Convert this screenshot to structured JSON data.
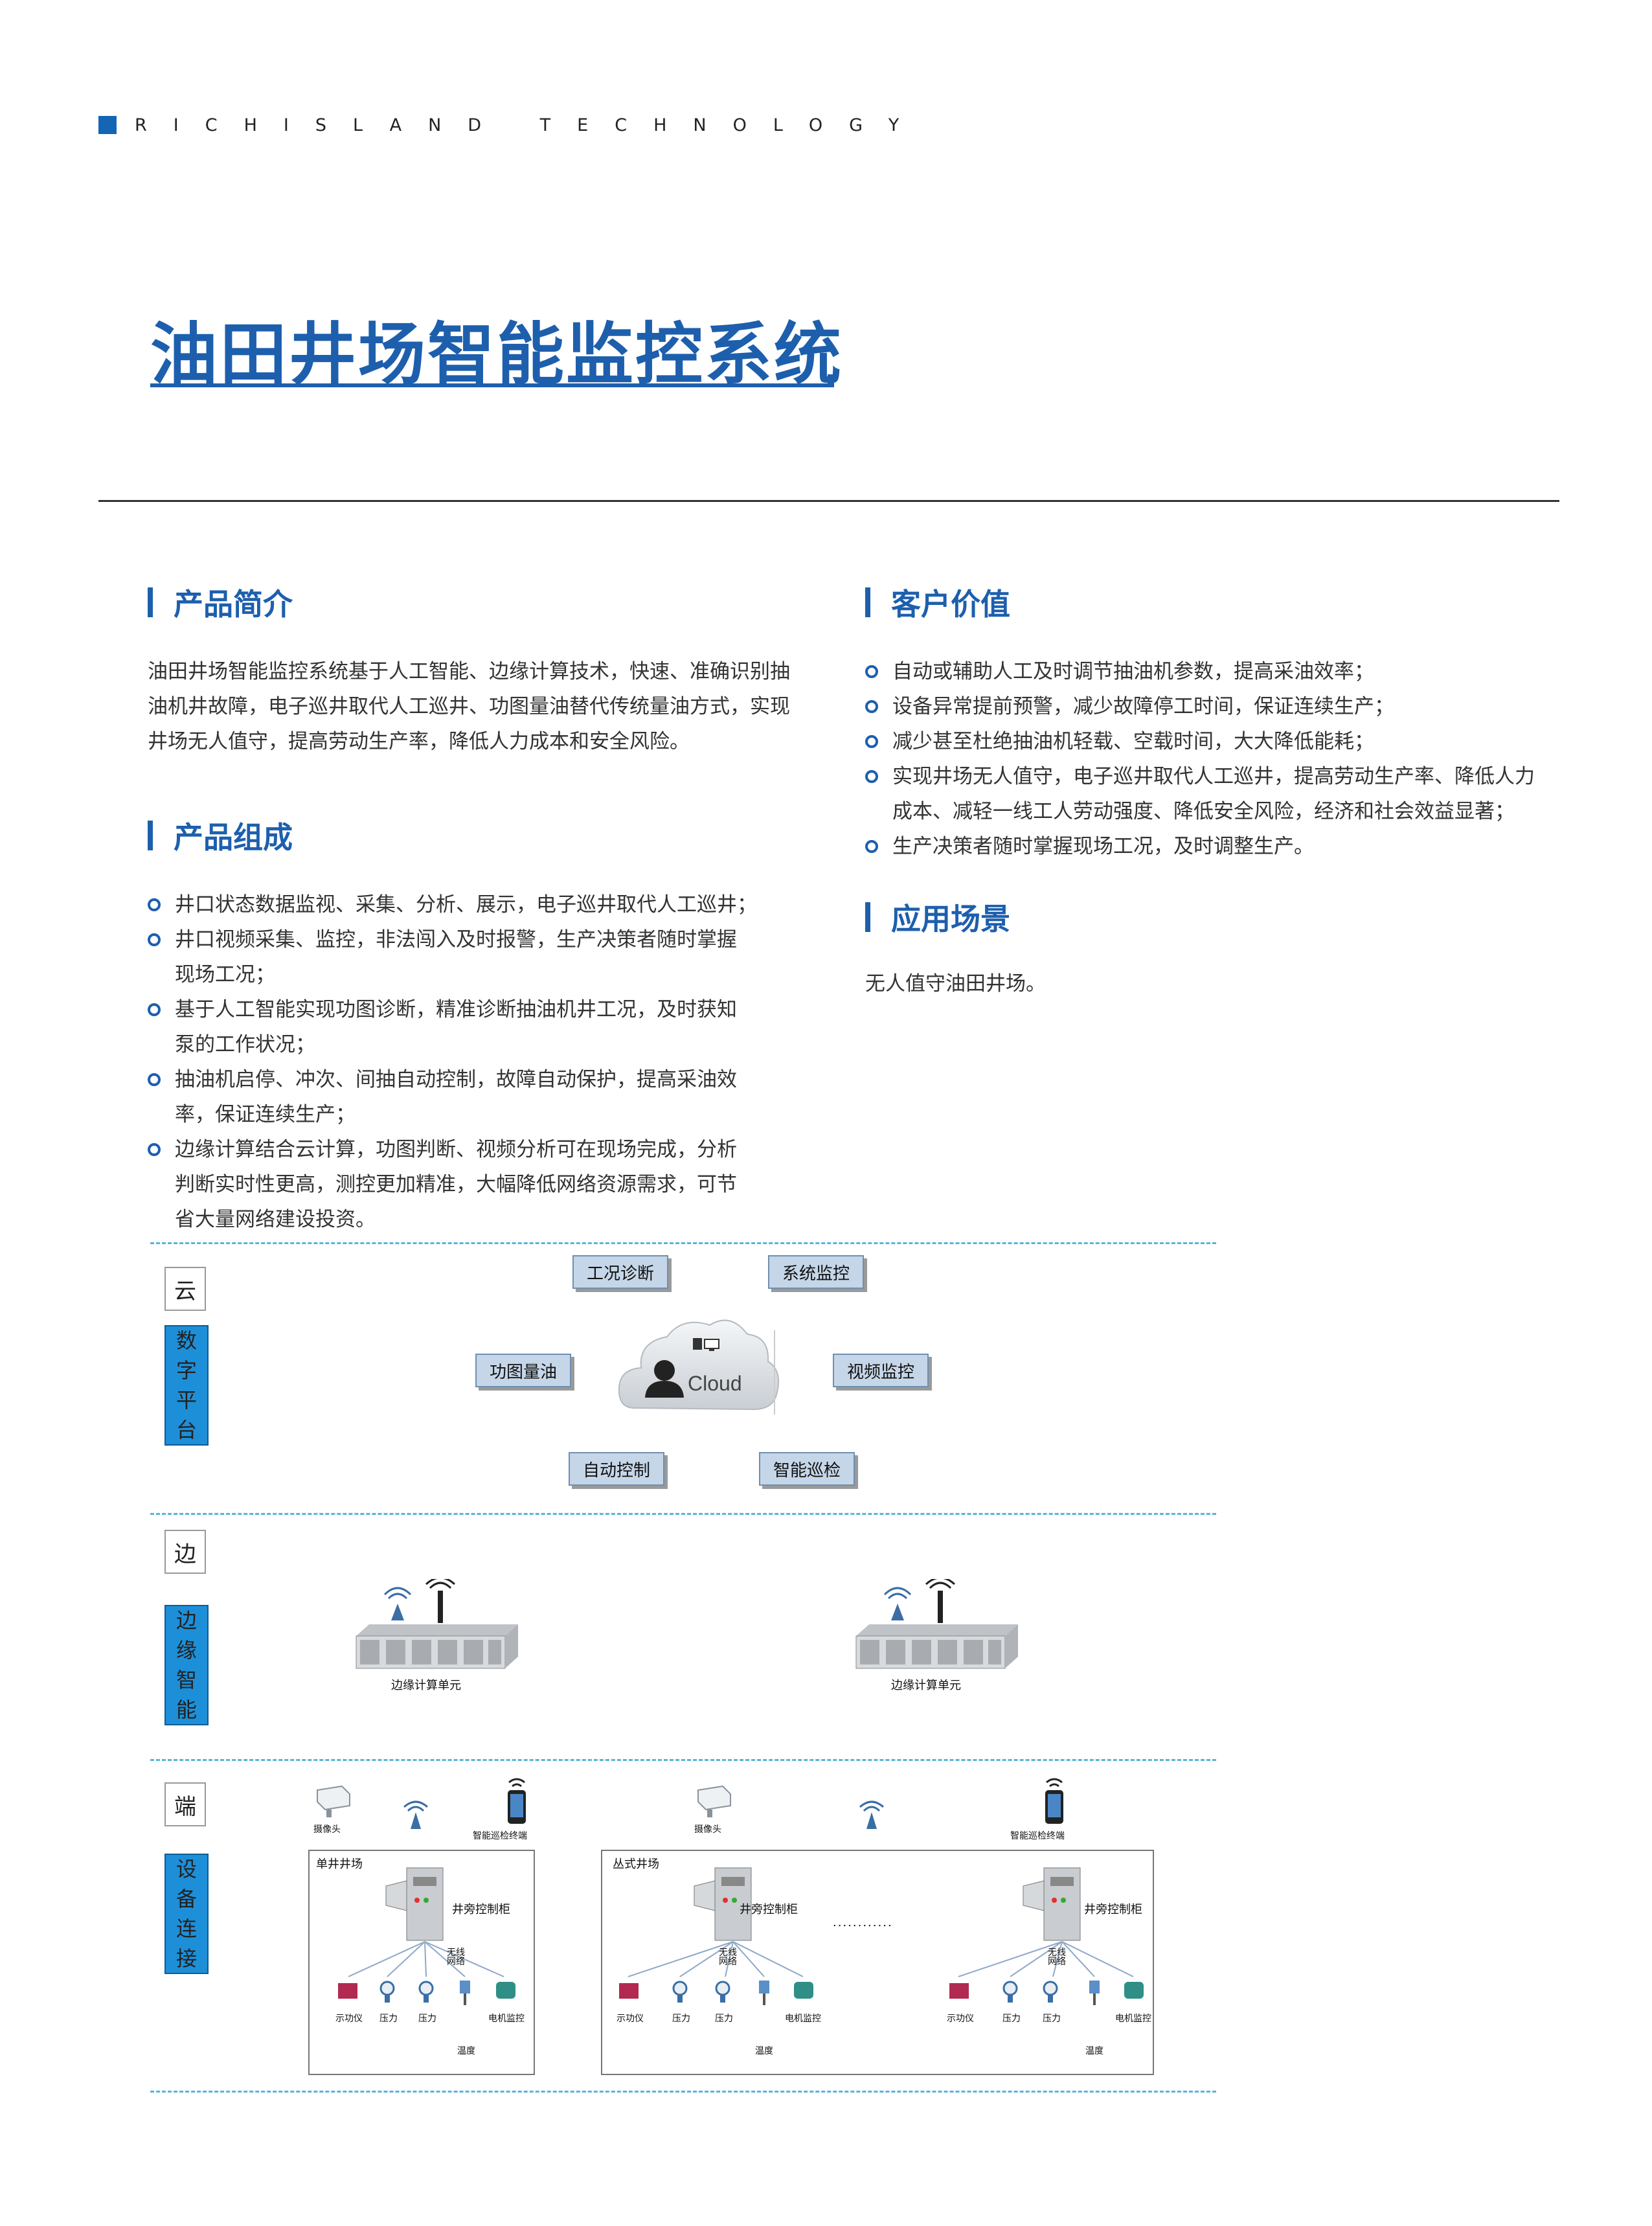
{
  "brand": "RICHISLAND TECHNOLOGY",
  "title": "油田井场智能监控系统",
  "sections": {
    "intro": {
      "title": "产品简介",
      "lines": [
        "油田井场智能监控系统基于人工智能、边缘计算技术，快速、准确识别抽",
        "油机井故障，电子巡井取代人工巡井、功图量油替代传统量油方式，实现",
        "井场无人值守，提高劳动生产率，降低人力成本和安全风险。"
      ]
    },
    "composition": {
      "title": "产品组成",
      "items": [
        [
          "井口状态数据监视、采集、分析、展示，电子巡井取代人工巡井；"
        ],
        [
          "井口视频采集、监控，非法闯入及时报警，生产决策者随时掌握",
          "现场工况；"
        ],
        [
          "基于人工智能实现功图诊断，精准诊断抽油机井工况，及时获知",
          "泵的工作状况；"
        ],
        [
          "抽油机启停、冲次、间抽自动控制，故障自动保护，提高采油效",
          "率，保证连续生产；"
        ],
        [
          "边缘计算结合云计算，功图判断、视频分析可在现场完成，分析",
          "判断实时性更高，测控更加精准，大幅降低网络资源需求，可节",
          "省大量网络建设投资。"
        ]
      ]
    },
    "value": {
      "title": "客户价值",
      "items": [
        [
          "自动或辅助人工及时调节抽油机参数，提高采油效率；"
        ],
        [
          "设备异常提前预警，减少故障停工时间，保证连续生产；"
        ],
        [
          "减少甚至杜绝抽油机轻载、空载时间，大大降低能耗；"
        ],
        [
          "实现井场无人值守，电子巡井取代人工巡井，提高劳动生产率、降低人力",
          "成本、减轻一线工人劳动强度、降低安全风险，经济和社会效益显著；"
        ],
        [
          "生产决策者随时掌握现场工况，及时调整生产。"
        ]
      ]
    },
    "scenario": {
      "title": "应用场景",
      "text": "无人值守油田井场。"
    }
  },
  "diagram": {
    "tiers": [
      {
        "short": "云",
        "label": [
          "数",
          "字",
          "平",
          "台"
        ]
      },
      {
        "short": "边",
        "label": [
          "边",
          "缘",
          "智",
          "能"
        ]
      },
      {
        "short": "端",
        "label": [
          "设",
          "备",
          "连",
          "接"
        ]
      }
    ],
    "cloud": {
      "center": "Cloud",
      "nodes": [
        "工况诊断",
        "系统监控",
        "功图量油",
        "视频监控",
        "自动控制",
        "智能巡检"
      ]
    },
    "edge": {
      "unit_label": "边缘计算单元"
    },
    "device": {
      "camera": "摄像头",
      "terminal": "智能巡检终端",
      "single_site": "单井井场",
      "multi_site": "丛式井场",
      "cabinet": "井旁控制柜",
      "wireless": "无线\n网络",
      "ellipsis": "............",
      "sensors": [
        "示功仪",
        "压力",
        "压力",
        "电机监控"
      ],
      "temp": "温度"
    }
  }
}
